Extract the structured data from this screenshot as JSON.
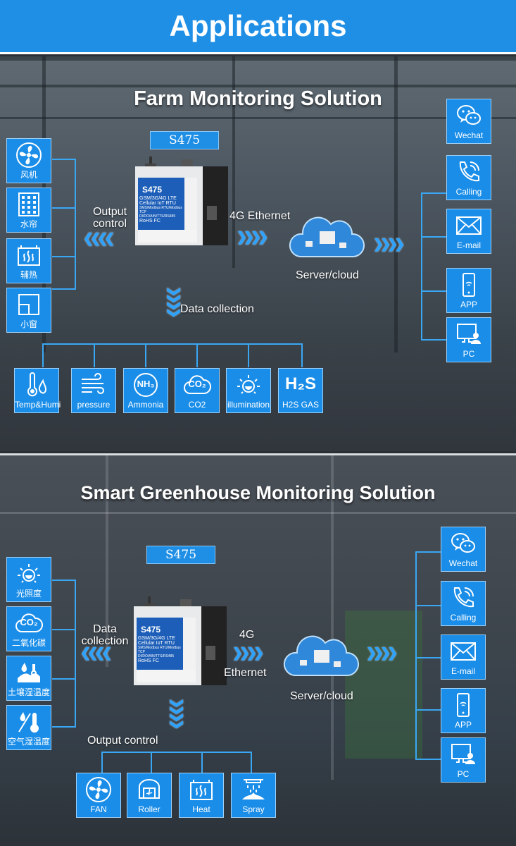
{
  "header": {
    "title": "Applications"
  },
  "farm": {
    "title": "Farm Monitoring Solution",
    "model": "S475",
    "device_text": {
      "model": "S475",
      "line1": "GSM/3G/4G LTE",
      "line2": "Cellular IoT RTU",
      "line3": "SMS/Modbus RTU/Modbus TCP",
      "line4": "DI/DO/AIN/TTS/RS485",
      "rohs": "RoHS FC"
    },
    "output_label": "Output\ncontrol",
    "net_label": "4G Ethernet",
    "server_label": "Server/cloud",
    "data_label": "Data collection",
    "outputs": [
      {
        "icon": "fan-icon",
        "label": "风机"
      },
      {
        "icon": "water-curtain-icon",
        "label": "水帘"
      },
      {
        "icon": "heater-icon",
        "label": "辅热"
      },
      {
        "icon": "window-icon",
        "label": "小窗"
      }
    ],
    "sensors": [
      {
        "icon": "temp-humidity-icon",
        "label": "Temp&Humi"
      },
      {
        "icon": "pressure-icon",
        "label": "pressure"
      },
      {
        "icon": "ammonia-icon",
        "label": "Ammonia",
        "glyph": "NH₃"
      },
      {
        "icon": "co2-icon",
        "label": "CO2",
        "glyph": "CO₂"
      },
      {
        "icon": "sun-icon",
        "label": "illumination"
      },
      {
        "icon": "h2s-icon",
        "label": "H2S GAS",
        "glyph": "H₂S"
      }
    ],
    "channels": [
      {
        "icon": "wechat-icon",
        "label": "Wechat"
      },
      {
        "icon": "phone-icon",
        "label": "Calling"
      },
      {
        "icon": "email-icon",
        "label": "E-mail"
      },
      {
        "icon": "app-icon",
        "label": "APP"
      },
      {
        "icon": "pc-icon",
        "label": "PC"
      }
    ]
  },
  "greenhouse": {
    "title": "Smart Greenhouse Monitoring Solution",
    "model": "S475",
    "data_label": "Data\ncollection",
    "net_label_top": "4G",
    "net_label_bottom": "Ethernet",
    "server_label": "Server/cloud",
    "output_label": "Output control",
    "sensors": [
      {
        "icon": "sun-icon",
        "label": "光照度"
      },
      {
        "icon": "co2-icon",
        "label": "二氧化碳",
        "glyph": "CO₂"
      },
      {
        "icon": "soil-humidity-icon",
        "label": "土壤湿温度"
      },
      {
        "icon": "air-humidity-icon",
        "label": "空气湿温度"
      }
    ],
    "outputs": [
      {
        "icon": "fan-icon",
        "label": "FAN"
      },
      {
        "icon": "roller-icon",
        "label": "Roller"
      },
      {
        "icon": "heater-icon",
        "label": "Heat"
      },
      {
        "icon": "spray-icon",
        "label": "Spray"
      }
    ],
    "channels": [
      {
        "icon": "wechat-icon",
        "label": "Wechat"
      },
      {
        "icon": "phone-icon",
        "label": "Calling"
      },
      {
        "icon": "email-icon",
        "label": "E-mail"
      },
      {
        "icon": "app-icon",
        "label": "APP"
      },
      {
        "icon": "pc-icon",
        "label": "PC"
      }
    ]
  },
  "colors": {
    "accent": "#1f8fe6",
    "tile": "#1a8de8",
    "line": "#3aa7f5"
  }
}
